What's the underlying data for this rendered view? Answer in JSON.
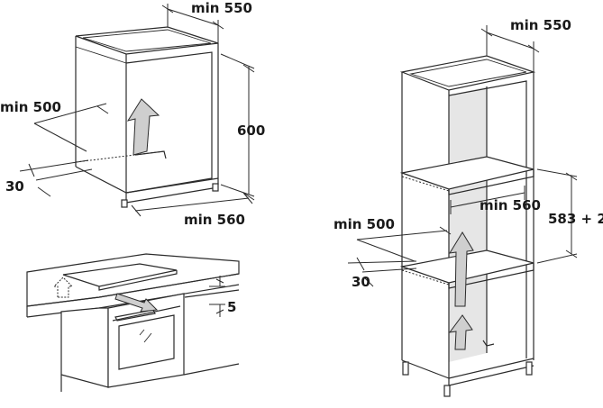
{
  "diagram": {
    "top_left_cabinet": {
      "width_label": "min 550",
      "height_label": "600",
      "depth_label": "min 500",
      "gap_label": "30",
      "inner_width_label": "min 560"
    },
    "bottom_left_worktop": {
      "clearance_label": "5"
    },
    "tall_cabinet": {
      "width_label": "min 550",
      "inner_width_label": "min 560",
      "niche_height_label": "583 + 2",
      "depth_label": "min 500",
      "gap_label": "30"
    },
    "colors": {
      "line": "#2b2b2b",
      "shade": "#e6e6e6",
      "arrow": "#cfcfcf"
    }
  }
}
